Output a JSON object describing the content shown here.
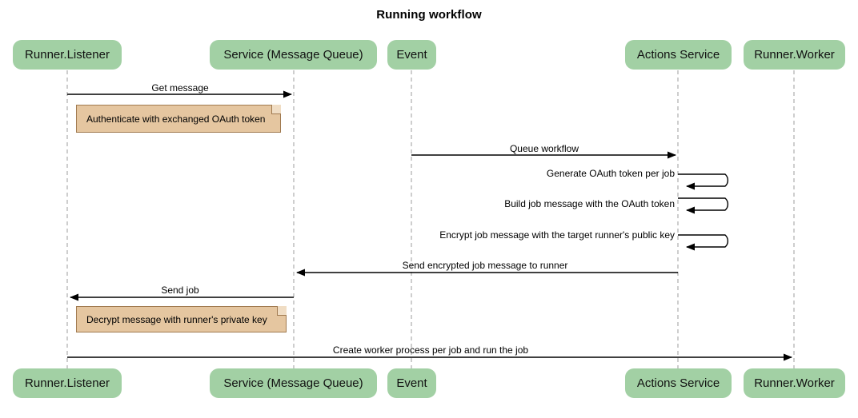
{
  "diagram": {
    "type": "sequence-diagram",
    "title": "Running workflow",
    "colors": {
      "actor_fill": "#a2d0a4",
      "note_fill": "#e5c6a0",
      "note_border": "#a07a50",
      "lifeline": "#b3b3b3",
      "arrow": "#000000",
      "background": "#ffffff"
    },
    "actors": [
      {
        "id": "runner-listener",
        "label": "Runner.Listener"
      },
      {
        "id": "service-message-queue",
        "label": "Service (Message Queue)"
      },
      {
        "id": "event",
        "label": "Event"
      },
      {
        "id": "actions-service",
        "label": "Actions Service"
      },
      {
        "id": "runner-worker",
        "label": "Runner.Worker"
      }
    ],
    "messages": [
      {
        "id": "get-message",
        "label": "Get message",
        "from": "runner-listener",
        "to": "service-message-queue",
        "kind": "arrow",
        "direction": "right"
      },
      {
        "id": "queue-workflow",
        "label": "Queue workflow",
        "from": "event",
        "to": "actions-service",
        "kind": "arrow",
        "direction": "right"
      },
      {
        "id": "generate-oauth-token-per-job",
        "label": "Generate OAuth token per job",
        "from": "actions-service",
        "to": "actions-service",
        "kind": "self-loop"
      },
      {
        "id": "build-job-message-with-the-oauth-token",
        "label": "Build job message with the OAuth token",
        "from": "actions-service",
        "to": "actions-service",
        "kind": "self-loop"
      },
      {
        "id": "encrypt-job-message-with-the-target-runners-public-key",
        "label": "Encrypt job message with the target runner's public key",
        "from": "actions-service",
        "to": "actions-service",
        "kind": "self-loop"
      },
      {
        "id": "send-encrypted-job-message-to-runner",
        "label": "Send encrypted job message to runner",
        "from": "actions-service",
        "to": "service-message-queue",
        "kind": "arrow",
        "direction": "left"
      },
      {
        "id": "send-job",
        "label": "Send job",
        "from": "service-message-queue",
        "to": "runner-listener",
        "kind": "arrow",
        "direction": "left"
      },
      {
        "id": "create-worker-process-per-job-and-run-the-job",
        "label": "Create worker process per job and run the job",
        "from": "runner-listener",
        "to": "runner-worker",
        "kind": "arrow",
        "direction": "right"
      }
    ],
    "notes": [
      {
        "id": "authenticate-note",
        "label": "Authenticate with exchanged OAuth token"
      },
      {
        "id": "decrypt-note",
        "label": "Decrypt message with runner's private key"
      }
    ]
  }
}
